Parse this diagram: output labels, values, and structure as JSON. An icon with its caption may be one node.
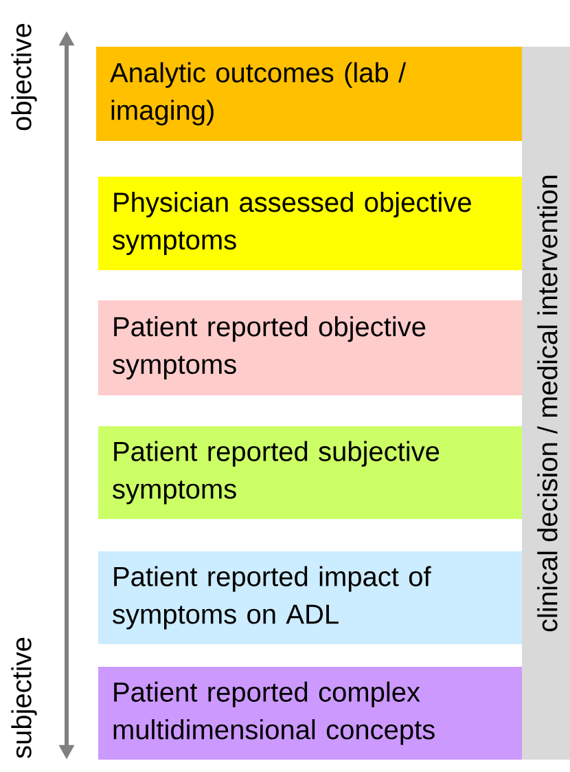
{
  "diagram": {
    "nodes": [
      {
        "text": [
          "Analytic outcomes (lab / imaging)"
        ]
      },
      {
        "text": [
          "Physician assessed objective symptoms"
        ]
      },
      {
        "text": [
          "Patient reported objective symptoms"
        ]
      },
      {
        "text": [
          "Patient reported subjective symptoms"
        ]
      },
      {
        "text": [
          "Patient reported impact  of symptoms on ADL"
        ]
      },
      {
        "text": [
          "Patient reported complex multidimensional concepts"
        ]
      },
      {
        "text": [
          "clinical decision / medical intervention"
        ]
      }
    ],
    "edges": [],
    "labels": [
      "objective",
      "subjective"
    ]
  }
}
